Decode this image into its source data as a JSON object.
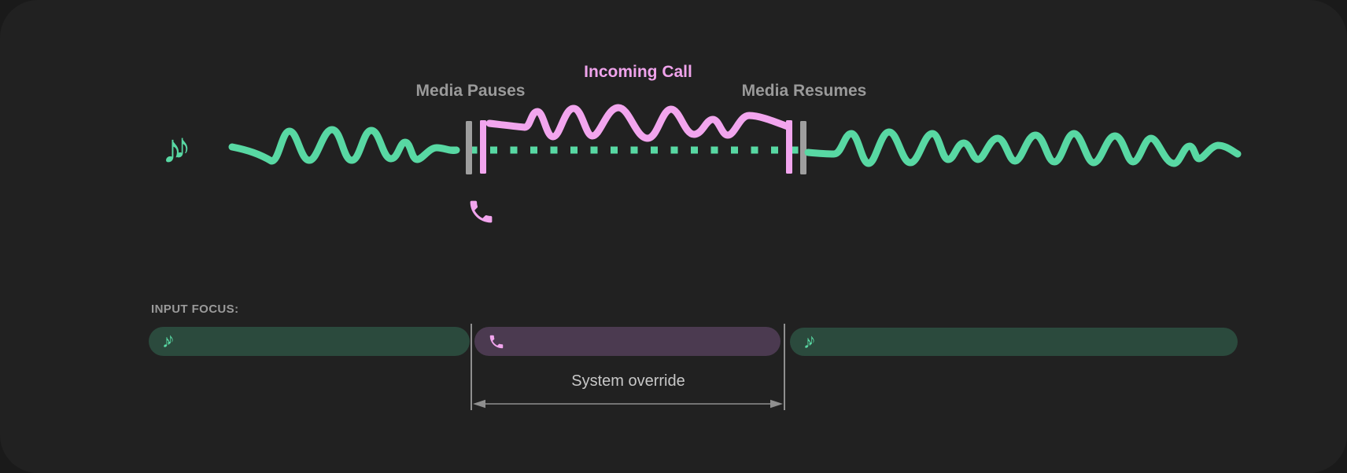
{
  "timeline": {
    "media_pauses_label": "Media Pauses",
    "incoming_call_label": "Incoming Call",
    "media_resumes_label": "Media Resumes"
  },
  "input_focus": {
    "heading": "INPUT FOCUS:",
    "segments": [
      {
        "type": "media",
        "icon": "music-notes-icon"
      },
      {
        "type": "call",
        "icon": "phone-icon"
      },
      {
        "type": "media",
        "icon": "music-notes-icon"
      }
    ],
    "system_override_label": "System override"
  },
  "icons": {
    "note_glyph": "♪"
  },
  "colors": {
    "page_bg": "#1a1a1a",
    "panel_bg": "#212121",
    "media_green": "#58d8a3",
    "media_bar_green": "#2b4a3d",
    "call_pink": "#f2a5ee",
    "call_text_pink": "#efa3eb",
    "call_bar_purple": "#4b3a50",
    "marker_gray": "#9e9e9e",
    "label_gray": "#9a9a9a",
    "override_text_gray": "#c8c8c8",
    "arrow_gray": "#8f8f8f"
  }
}
